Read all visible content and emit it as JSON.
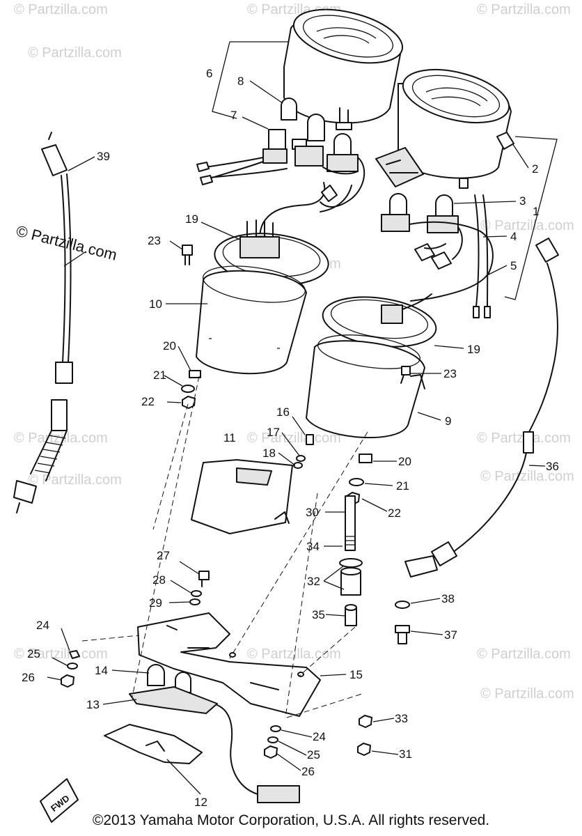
{
  "watermark": {
    "text": "© Partzilla.com",
    "prominent_text": "© Partzilla.com"
  },
  "copyright": "©2013 Yamaha Motor Corporation, U.S.A. All rights reserved.",
  "fwd_marker": "FWD",
  "part_labels": [
    "1",
    "2",
    "3",
    "4",
    "5",
    "6",
    "7",
    "8",
    "9",
    "10",
    "11",
    "12",
    "13",
    "14",
    "15",
    "16",
    "17",
    "18",
    "19",
    "19",
    "20",
    "20",
    "21",
    "21",
    "22",
    "22",
    "23",
    "23",
    "24",
    "24",
    "25",
    "25",
    "26",
    "26",
    "27",
    "28",
    "29",
    "30",
    "31",
    "32",
    "33",
    "34",
    "35",
    "36",
    "37",
    "38",
    "39"
  ],
  "colors": {
    "ink": "#111111",
    "watermark": "#cfcfcf",
    "background": "#ffffff"
  }
}
